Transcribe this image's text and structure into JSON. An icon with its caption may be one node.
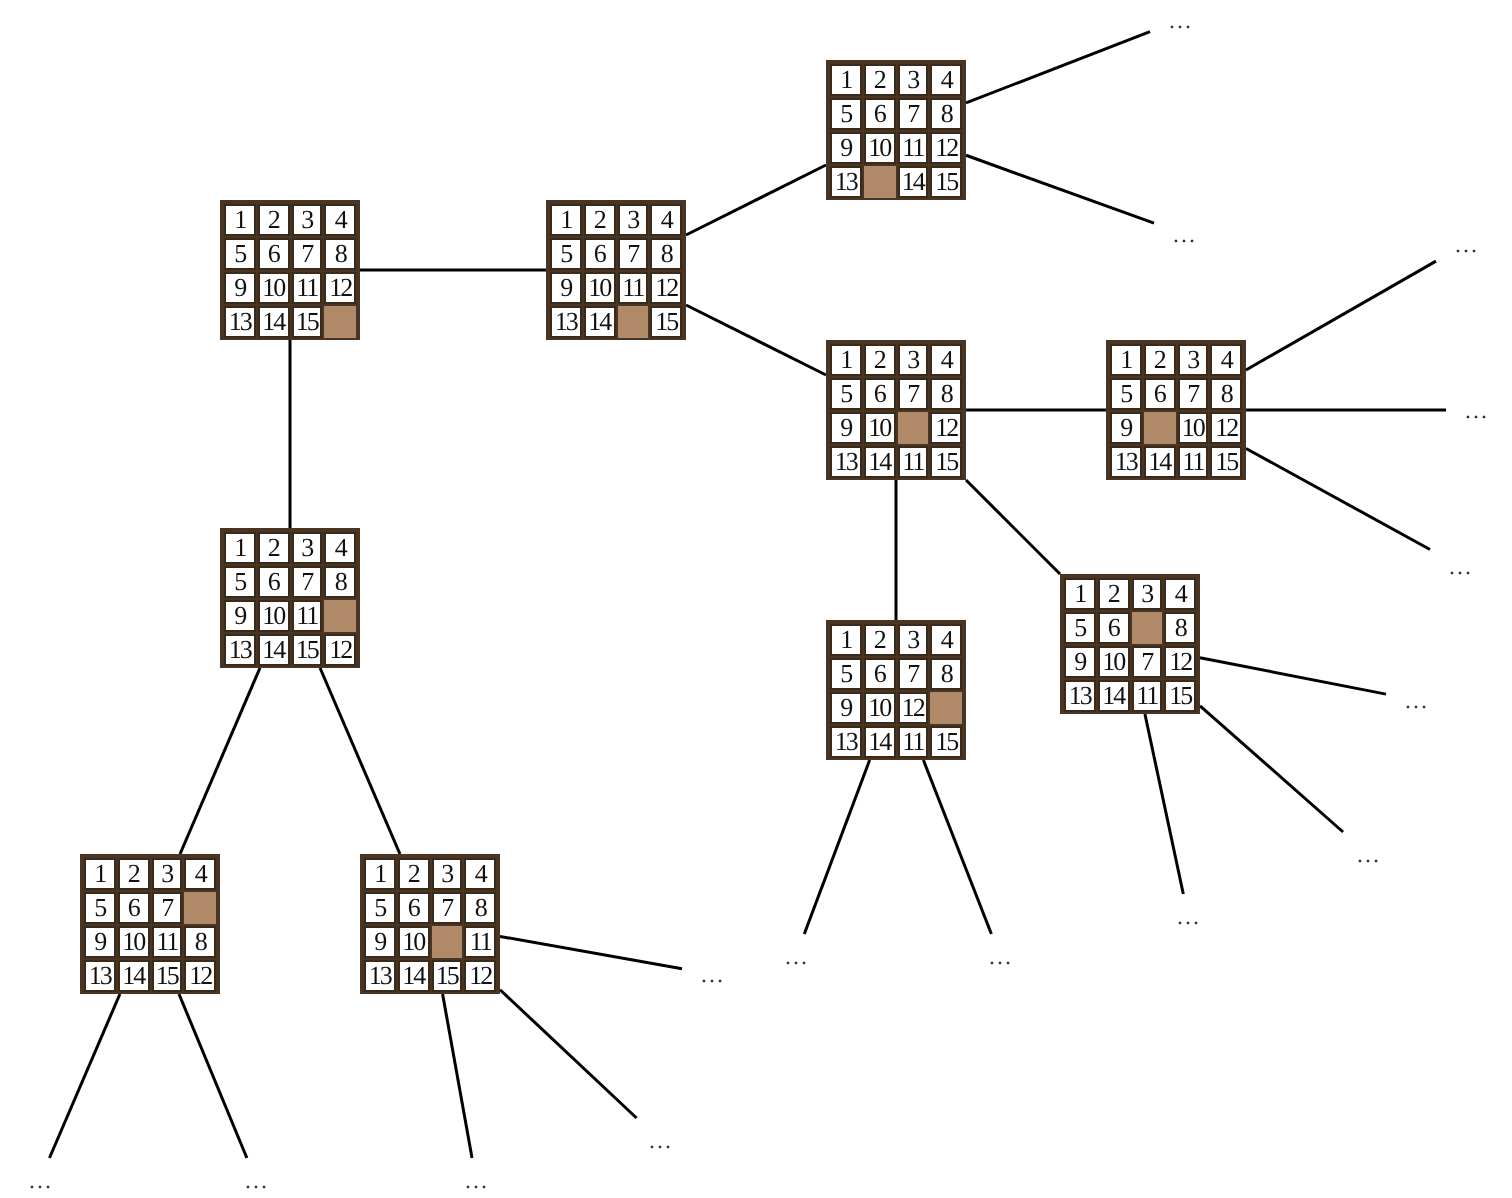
{
  "diagram": {
    "nodes": [
      {
        "text": [],
        "shape": "box"
      },
      {
        "text": [
          "1"
        ],
        "in": 0
      },
      {
        "text": [
          "2"
        ],
        "in": 0
      },
      {
        "text": [
          "3"
        ],
        "in": 0
      },
      {
        "text": [
          "4"
        ],
        "in": 0
      },
      {
        "text": [
          "5"
        ],
        "in": 0
      },
      {
        "text": [
          "6"
        ],
        "in": 0
      },
      {
        "text": [
          "7"
        ],
        "in": 0
      },
      {
        "text": [
          "8"
        ],
        "in": 0
      },
      {
        "text": [
          "9"
        ],
        "in": 0
      },
      {
        "text": [
          "10"
        ],
        "in": 0
      },
      {
        "text": [
          "11"
        ],
        "in": 0
      },
      {
        "text": [
          "12"
        ],
        "in": 0
      },
      {
        "text": [
          "13"
        ],
        "in": 0
      },
      {
        "text": [
          "14"
        ],
        "in": 0
      },
      {
        "text": [
          "15"
        ],
        "in": 0
      },
      {
        "text": [],
        "shape": "box",
        "in": 0
      },
      {
        "text": [],
        "shape": "box"
      },
      {
        "text": [
          "1"
        ],
        "in": 17
      },
      {
        "text": [
          "2"
        ],
        "in": 17
      },
      {
        "text": [
          "3"
        ],
        "in": 17
      },
      {
        "text": [
          "4"
        ],
        "in": 17
      },
      {
        "text": [
          "5"
        ],
        "in": 17
      },
      {
        "text": [
          "6"
        ],
        "in": 17
      },
      {
        "text": [
          "7"
        ],
        "in": 17
      },
      {
        "text": [
          "8"
        ],
        "in": 17
      },
      {
        "text": [
          "9"
        ],
        "in": 17
      },
      {
        "text": [
          "10"
        ],
        "in": 17
      },
      {
        "text": [
          "11"
        ],
        "in": 17
      },
      {
        "text": [
          "12"
        ],
        "in": 17
      },
      {
        "text": [
          "13"
        ],
        "in": 17
      },
      {
        "text": [
          "14"
        ],
        "in": 17
      },
      {
        "text": [],
        "shape": "box",
        "in": 17
      },
      {
        "text": [
          "15"
        ],
        "in": 17
      },
      {
        "text": [],
        "shape": "box"
      },
      {
        "text": [
          "1"
        ],
        "in": 34
      },
      {
        "text": [
          "2"
        ],
        "in": 34
      },
      {
        "text": [
          "3"
        ],
        "in": 34
      },
      {
        "text": [
          "4"
        ],
        "in": 34
      },
      {
        "text": [
          "5"
        ],
        "in": 34
      },
      {
        "text": [
          "6"
        ],
        "in": 34
      },
      {
        "text": [
          "7"
        ],
        "in": 34
      },
      {
        "text": [
          "8"
        ],
        "in": 34
      },
      {
        "text": [
          "9"
        ],
        "in": 34
      },
      {
        "text": [
          "10"
        ],
        "in": 34
      },
      {
        "text": [
          "11"
        ],
        "in": 34
      },
      {
        "text": [
          "12"
        ],
        "in": 34
      },
      {
        "text": [
          "13"
        ],
        "in": 34
      },
      {
        "text": [],
        "shape": "box",
        "in": 34
      },
      {
        "text": [
          "14"
        ],
        "in": 34
      },
      {
        "text": [
          "15"
        ],
        "in": 34
      },
      {
        "text": [],
        "shape": "box"
      },
      {
        "text": [
          "1"
        ],
        "in": 51
      },
      {
        "text": [
          "2"
        ],
        "in": 51
      },
      {
        "text": [
          "3"
        ],
        "in": 51
      },
      {
        "text": [
          "4"
        ],
        "in": 51
      },
      {
        "text": [
          "5"
        ],
        "in": 51
      },
      {
        "text": [
          "6"
        ],
        "in": 51
      },
      {
        "text": [
          "7"
        ],
        "in": 51
      },
      {
        "text": [
          "8"
        ],
        "in": 51
      },
      {
        "text": [
          "9"
        ],
        "in": 51
      },
      {
        "text": [
          "10"
        ],
        "in": 51
      },
      {
        "text": [],
        "shape": "box",
        "in": 51
      },
      {
        "text": [
          "12"
        ],
        "in": 51
      },
      {
        "text": [
          "13"
        ],
        "in": 51
      },
      {
        "text": [
          "14"
        ],
        "in": 51
      },
      {
        "text": [
          "11"
        ],
        "in": 51
      },
      {
        "text": [
          "15"
        ],
        "in": 51
      },
      {
        "text": [],
        "shape": "box"
      },
      {
        "text": [
          "1"
        ],
        "in": 68
      },
      {
        "text": [
          "2"
        ],
        "in": 68
      },
      {
        "text": [
          "3"
        ],
        "in": 68
      },
      {
        "text": [
          "4"
        ],
        "in": 68
      },
      {
        "text": [
          "5"
        ],
        "in": 68
      },
      {
        "text": [
          "6"
        ],
        "in": 68
      },
      {
        "text": [
          "7"
        ],
        "in": 68
      },
      {
        "text": [
          "8"
        ],
        "in": 68
      },
      {
        "text": [
          "9"
        ],
        "in": 68
      },
      {
        "text": [],
        "shape": "box",
        "in": 68
      },
      {
        "text": [
          "10"
        ],
        "in": 68
      },
      {
        "text": [
          "12"
        ],
        "in": 68
      },
      {
        "text": [
          "13"
        ],
        "in": 68
      },
      {
        "text": [
          "14"
        ],
        "in": 68
      },
      {
        "text": [
          "11"
        ],
        "in": 68
      },
      {
        "text": [
          "15"
        ],
        "in": 68
      },
      {
        "text": [],
        "shape": "box"
      },
      {
        "text": [
          "1"
        ],
        "in": 85
      },
      {
        "text": [
          "2"
        ],
        "in": 85
      },
      {
        "text": [
          "3"
        ],
        "in": 85
      },
      {
        "text": [
          "4"
        ],
        "in": 85
      },
      {
        "text": [
          "5"
        ],
        "in": 85
      },
      {
        "text": [
          "6"
        ],
        "in": 85
      },
      {
        "text": [
          "7"
        ],
        "in": 85
      },
      {
        "text": [
          "8"
        ],
        "in": 85
      },
      {
        "text": [
          "9"
        ],
        "in": 85
      },
      {
        "text": [
          "10"
        ],
        "in": 85
      },
      {
        "text": [
          "12"
        ],
        "in": 85
      },
      {
        "text": [],
        "shape": "box",
        "in": 85
      },
      {
        "text": [
          "13"
        ],
        "in": 85
      },
      {
        "text": [
          "14"
        ],
        "in": 85
      },
      {
        "text": [
          "11"
        ],
        "in": 85
      },
      {
        "text": [
          "15"
        ],
        "in": 85
      },
      {
        "text": [],
        "shape": "box"
      },
      {
        "text": [
          "1"
        ],
        "in": 102
      },
      {
        "text": [
          "2"
        ],
        "in": 102
      },
      {
        "text": [
          "3"
        ],
        "in": 102
      },
      {
        "text": [
          "4"
        ],
        "in": 102
      },
      {
        "text": [
          "5"
        ],
        "in": 102
      },
      {
        "text": [
          "6"
        ],
        "in": 102
      },
      {
        "text": [],
        "shape": "box",
        "in": 102
      },
      {
        "text": [
          "8"
        ],
        "in": 102
      },
      {
        "text": [
          "9"
        ],
        "in": 102
      },
      {
        "text": [
          "10"
        ],
        "in": 102
      },
      {
        "text": [
          "7"
        ],
        "in": 102
      },
      {
        "text": [
          "12"
        ],
        "in": 102
      },
      {
        "text": [
          "13"
        ],
        "in": 102
      },
      {
        "text": [
          "14"
        ],
        "in": 102
      },
      {
        "text": [
          "11"
        ],
        "in": 102
      },
      {
        "text": [
          "15"
        ],
        "in": 102
      },
      {
        "text": [],
        "shape": "box"
      },
      {
        "text": [
          "1"
        ],
        "in": 119
      },
      {
        "text": [
          "2"
        ],
        "in": 119
      },
      {
        "text": [
          "3"
        ],
        "in": 119
      },
      {
        "text": [
          "4"
        ],
        "in": 119
      },
      {
        "text": [
          "5"
        ],
        "in": 119
      },
      {
        "text": [
          "6"
        ],
        "in": 119
      },
      {
        "text": [
          "7"
        ],
        "in": 119
      },
      {
        "text": [
          "8"
        ],
        "in": 119
      },
      {
        "text": [
          "9"
        ],
        "in": 119
      },
      {
        "text": [
          "10"
        ],
        "in": 119
      },
      {
        "text": [
          "11"
        ],
        "in": 119
      },
      {
        "text": [],
        "shape": "box",
        "in": 119
      },
      {
        "text": [
          "13"
        ],
        "in": 119
      },
      {
        "text": [
          "14"
        ],
        "in": 119
      },
      {
        "text": [
          "15"
        ],
        "in": 119
      },
      {
        "text": [
          "12"
        ],
        "in": 119
      },
      {
        "text": [],
        "shape": "box"
      },
      {
        "text": [
          "1"
        ],
        "in": 136
      },
      {
        "text": [
          "2"
        ],
        "in": 136
      },
      {
        "text": [
          "3"
        ],
        "in": 136
      },
      {
        "text": [
          "4"
        ],
        "in": 136
      },
      {
        "text": [
          "5"
        ],
        "in": 136
      },
      {
        "text": [
          "6"
        ],
        "in": 136
      },
      {
        "text": [
          "7"
        ],
        "in": 136
      },
      {
        "text": [],
        "shape": "box",
        "in": 136
      },
      {
        "text": [
          "9"
        ],
        "in": 136
      },
      {
        "text": [
          "10"
        ],
        "in": 136
      },
      {
        "text": [
          "11"
        ],
        "in": 136
      },
      {
        "text": [
          "8"
        ],
        "in": 136
      },
      {
        "text": [
          "13"
        ],
        "in": 136
      },
      {
        "text": [
          "14"
        ],
        "in": 136
      },
      {
        "text": [
          "15"
        ],
        "in": 136
      },
      {
        "text": [
          "12"
        ],
        "in": 136
      },
      {
        "text": [],
        "shape": "box"
      },
      {
        "text": [
          "1"
        ],
        "in": 153
      },
      {
        "text": [
          "2"
        ],
        "in": 153
      },
      {
        "text": [
          "3"
        ],
        "in": 153
      },
      {
        "text": [
          "4"
        ],
        "in": 153
      },
      {
        "text": [
          "5"
        ],
        "in": 153
      },
      {
        "text": [
          "6"
        ],
        "in": 153
      },
      {
        "text": [
          "7"
        ],
        "in": 153
      },
      {
        "text": [
          "8"
        ],
        "in": 153
      },
      {
        "text": [
          "9"
        ],
        "in": 153
      },
      {
        "text": [
          "10"
        ],
        "in": 153
      },
      {
        "text": [],
        "shape": "box",
        "in": 153
      },
      {
        "text": [
          "11"
        ],
        "in": 153
      },
      {
        "text": [
          "13"
        ],
        "in": 153
      },
      {
        "text": [
          "14"
        ],
        "in": 153
      },
      {
        "text": [
          "15"
        ],
        "in": 153
      },
      {
        "text": [
          "12"
        ],
        "in": 153
      },
      {
        "text": [
          "…"
        ]
      },
      {
        "text": [
          "…"
        ]
      },
      {
        "text": [
          "…"
        ]
      },
      {
        "text": [
          "…"
        ]
      },
      {
        "text": [
          "…"
        ]
      },
      {
        "text": [
          "…"
        ]
      },
      {
        "text": [
          "…"
        ]
      },
      {
        "text": [
          "…"
        ]
      },
      {
        "text": [
          "…"
        ]
      },
      {
        "text": [
          "…"
        ]
      },
      {
        "text": [
          "…"
        ]
      },
      {
        "text": [
          "…"
        ]
      },
      {
        "text": [
          "…"
        ]
      },
      {
        "text": [
          "…"
        ]
      },
      {
        "text": [
          "…"
        ]
      }
    ],
    "edges": [
      {
        "from": 0,
        "to": 17,
        "arrow": "none"
      },
      {
        "from": 17,
        "to": 34,
        "arrow": "none"
      },
      {
        "from": 17,
        "to": 51,
        "arrow": "none"
      },
      {
        "from": 51,
        "to": 68,
        "arrow": "none"
      },
      {
        "from": 51,
        "to": 85,
        "arrow": "none"
      },
      {
        "from": 51,
        "to": 102,
        "arrow": "none"
      },
      {
        "from": 0,
        "to": 119,
        "arrow": "none"
      },
      {
        "from": 119,
        "to": 136,
        "arrow": "none"
      },
      {
        "from": 119,
        "to": 153,
        "arrow": "none"
      },
      {
        "from": 34,
        "to": 170,
        "arrow": "none"
      },
      {
        "from": 34,
        "to": 171,
        "arrow": "none"
      },
      {
        "from": 68,
        "to": 172,
        "arrow": "none"
      },
      {
        "from": 68,
        "to": 173,
        "arrow": "none"
      },
      {
        "from": 68,
        "to": 174,
        "arrow": "none"
      },
      {
        "from": 102,
        "to": 175,
        "arrow": "none"
      },
      {
        "from": 102,
        "to": 176,
        "arrow": "none"
      },
      {
        "from": 102,
        "to": 177,
        "arrow": "none"
      },
      {
        "from": 85,
        "to": 178,
        "arrow": "none"
      },
      {
        "from": 85,
        "to": 179,
        "arrow": "none"
      },
      {
        "from": 153,
        "to": 180,
        "arrow": "none"
      },
      {
        "from": 153,
        "to": 181,
        "arrow": "none"
      },
      {
        "from": 136,
        "to": 182,
        "arrow": "none"
      },
      {
        "from": 136,
        "to": 183,
        "arrow": "none"
      },
      {
        "from": 153,
        "to": 184,
        "arrow": "none"
      }
    ]
  }
}
